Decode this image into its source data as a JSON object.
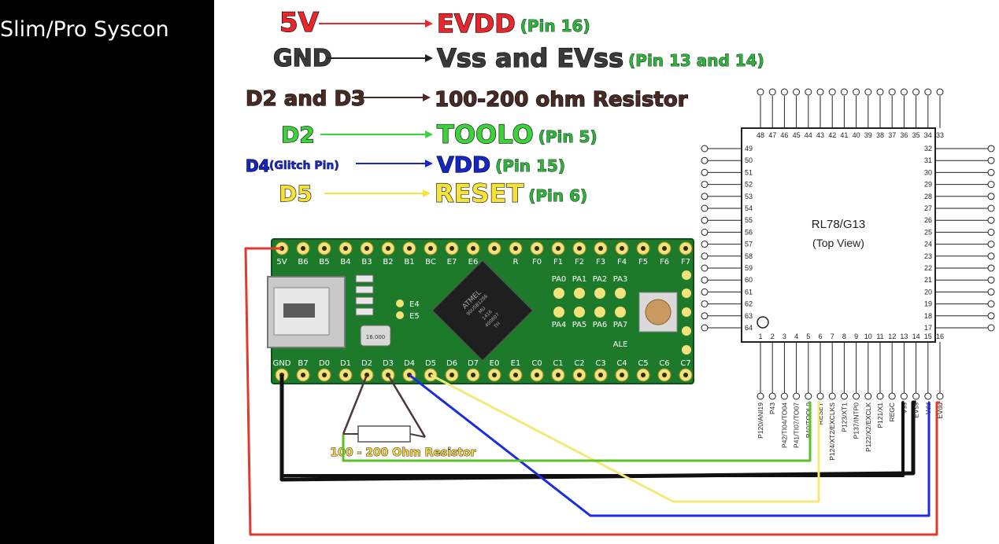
{
  "sidebar": {
    "title": "Slim/Pro Syscon"
  },
  "legend": [
    {
      "from": "5V",
      "to": "EVDD",
      "note": "(Pin 16)",
      "from_color": "#e8262b",
      "to_color": "#e8262b",
      "note_color": "#2bb33a",
      "arrow_color": "#e8262b"
    },
    {
      "from": "GND",
      "to": "Vss and EVss",
      "note": "(Pin 13 and 14)",
      "from_color": "#3a3a3a",
      "to_color": "#3a3a3a",
      "note_color": "#2bb33a",
      "arrow_color": "#222222"
    },
    {
      "from": "D2 and D3",
      "to": "100-200 ohm Resistor",
      "note": "",
      "from_color": "#4a2a22",
      "to_color": "#4a2a22",
      "note_color": "#2bb33a",
      "arrow_color": "#4a2a22"
    },
    {
      "from": "D2",
      "to": "TOOLO",
      "note": "(Pin 5)",
      "from_color": "#3cd23a",
      "to_color": "#3cd23a",
      "note_color": "#2bb33a",
      "arrow_color": "#3cd23a"
    },
    {
      "from": "D4",
      "from_note": "(Glitch Pin)",
      "to": "VDD",
      "note": "(Pin 15)",
      "from_color": "#1426c8",
      "to_color": "#1426c8",
      "note_color": "#2bb33a",
      "arrow_color": "#1426c8"
    },
    {
      "from": "D5",
      "to": "RESET",
      "note": "(Pin 6)",
      "from_color": "#f5e23a",
      "to_color": "#f5e23a",
      "note_color": "#2bb33a",
      "arrow_color": "#f5e23a"
    }
  ],
  "board": {
    "top_pins": [
      "5V",
      "B6",
      "B5",
      "B4",
      "B3",
      "B2",
      "B1",
      "BC",
      "E7",
      "E6",
      "",
      "R",
      "F0",
      "F1",
      "F2",
      "F3",
      "F4",
      "F5",
      "F6",
      "F7"
    ],
    "bottom_pins": [
      "GND",
      "B7",
      "D0",
      "D1",
      "D2",
      "D3",
      "D4",
      "D5",
      "D6",
      "D7",
      "E0",
      "E1",
      "C0",
      "C1",
      "C2",
      "C3",
      "C4",
      "C5",
      "C6",
      "C7"
    ],
    "pa_row1": [
      "PA0",
      "PA1",
      "PA2",
      "PA3"
    ],
    "pa_row2": [
      "PA4",
      "PA5",
      "PA6",
      "PA7"
    ],
    "e_labels": [
      "E4",
      "E5"
    ],
    "ale_label": "ALE",
    "chip_lines": [
      "ATMEL",
      "90USB1286",
      "MU",
      "1416",
      "400807",
      "TH"
    ],
    "crystal_label": "16.000",
    "resistor_label": "100 - 200 Ohm Resistor"
  },
  "mcu": {
    "name": "RL78/G13",
    "view": "(Top View)",
    "top_numbers": [
      "48",
      "47",
      "46",
      "45",
      "44",
      "43",
      "42",
      "41",
      "40",
      "39",
      "38",
      "37",
      "36",
      "35",
      "34",
      "33"
    ],
    "left_numbers": [
      "49",
      "50",
      "51",
      "52",
      "53",
      "54",
      "55",
      "56",
      "57",
      "58",
      "59",
      "60",
      "61",
      "62",
      "63",
      "64"
    ],
    "right_numbers": [
      "32",
      "31",
      "30",
      "29",
      "28",
      "27",
      "26",
      "25",
      "24",
      "23",
      "22",
      "21",
      "20",
      "19",
      "18",
      "17"
    ],
    "bottom_numbers": [
      "1",
      "2",
      "3",
      "4",
      "5",
      "6",
      "7",
      "8",
      "9",
      "10",
      "11",
      "12",
      "13",
      "14",
      "15",
      "16"
    ],
    "bottom_labels": [
      "P120/ANI19",
      "P43",
      "P42/TI04/TO04",
      "P41/TI07/TO07",
      "P40/TOOL0",
      "RESET",
      "P124/XT2/EXCLKS",
      "P123/XT1",
      "P137/INTP0",
      "P122/X2/EXCLK",
      "P121/X1",
      "REGC",
      "Vss",
      "EVss",
      "Vdd",
      "EVdd"
    ]
  },
  "colors": {
    "wire_red": "#e03a2e",
    "wire_black": "#111111",
    "wire_blue": "#1a2ce0",
    "wire_yellow": "#f2ea7a",
    "wire_green": "#5cc02a",
    "wire_brown": "#4a3a35",
    "board_green": "#1d7a2a",
    "pad_yellow": "#f1e27a"
  }
}
